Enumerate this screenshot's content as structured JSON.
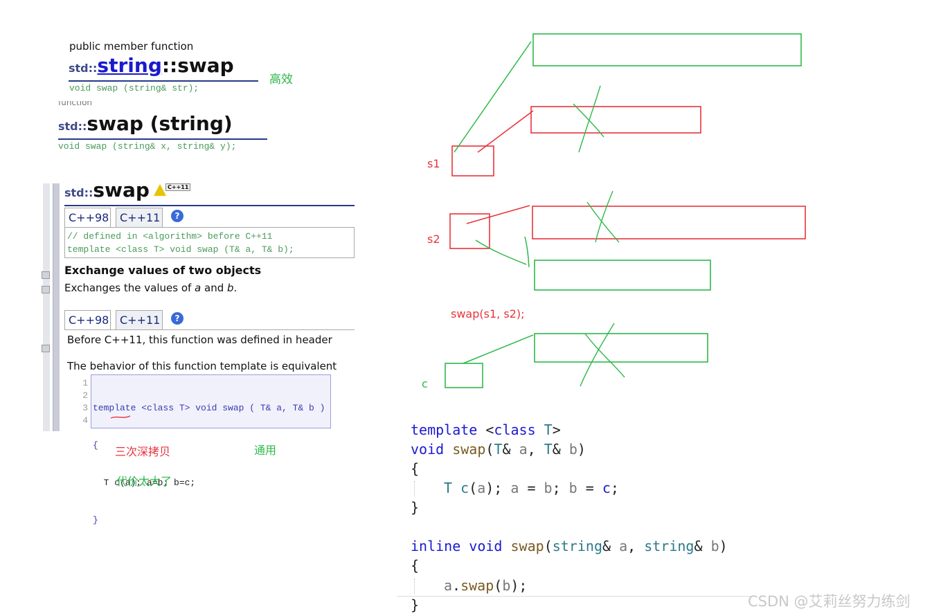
{
  "left": {
    "block1": {
      "label": "public member function",
      "ns": "std::",
      "name_link": "string",
      "name_rest": "::swap",
      "signature": "void swap (string& str);"
    },
    "block2": {
      "cut_label": "function",
      "ns": "std::",
      "name": "swap (string)",
      "signature": "void swap (string& x, string& y);"
    },
    "block3": {
      "ns": "std::",
      "name": "swap",
      "badge": "C++11",
      "tabs1": [
        "C++98",
        "C++11"
      ],
      "help": "?",
      "code_comment": "// defined in <algorithm> before C++11",
      "code_decl": "template <class T> void swap (T& a, T& b);",
      "heading": "Exchange values of two objects",
      "desc_pre": "Exchanges the values of ",
      "desc_a": "a",
      "desc_mid": " and ",
      "desc_b": "b",
      "desc_end": ".",
      "tabs2": [
        "C++98",
        "C++11"
      ],
      "before_text": "Before C++11, this function was defined in header ",
      "behavior_text": "The behavior of this function template is equivalent",
      "code_lines": [
        {
          "num": "1",
          "text": "template <class T> void swap ( T& a, T& b )"
        },
        {
          "num": "2",
          "text": "{"
        },
        {
          "num": "3",
          "text": "  T c(a); a=b; b=c;"
        },
        {
          "num": "4",
          "text": "}"
        }
      ]
    }
  },
  "annotations": {
    "efficient": "高效",
    "three_deep_copies": "三次深拷贝",
    "generic": "通用",
    "too_costly": "代价太大了",
    "s1": "s1",
    "s2": "s2",
    "swap_call": "swap(s1, s2);",
    "c": "c"
  },
  "code": {
    "l1_kw": "template",
    "l1_lt": " <",
    "l1_kw2": "class",
    "l1_t": " T",
    "l1_gt": ">",
    "l2_void": "void",
    "l2_fn": " swap",
    "l2_p1": "(",
    "l2_T1": "T",
    "l2_amp1": "& ",
    "l2_a": "a",
    "l2_comma": ", ",
    "l2_T2": "T",
    "l2_amp2": "& ",
    "l2_b": "b",
    "l2_p2": ")",
    "l3": "{",
    "l4_T": "T",
    "l4_c": " c",
    "l4_open": "(",
    "l4_a": "a",
    "l4_rest1": "); ",
    "l4_a2": "a",
    "l4_eq": " = ",
    "l4_b": "b",
    "l4_semi": "; ",
    "l4_b2": "b",
    "l4_eq2": " = ",
    "l4_c2": "c",
    "l4_end": ";",
    "l5": "}",
    "l6_inline": "inline",
    "l6_void": " void",
    "l6_fn": " swap",
    "l6_p1": "(",
    "l6_str1": "string",
    "l6_amp1": "& ",
    "l6_a": "a",
    "l6_comma": ", ",
    "l6_str2": "string",
    "l6_amp2": "& ",
    "l6_b": "b",
    "l6_p2": ")",
    "l7": "{",
    "l8_a": "a",
    "l8_dot": ".",
    "l8_fn": "swap",
    "l8_open": "(",
    "l8_b": "b",
    "l8_close": ");",
    "l9": "}"
  },
  "watermark": "CSDN @艾莉丝努力练剑",
  "colors": {
    "green": "#2db84a",
    "red": "#e8333a",
    "link_blue": "#1a1acc",
    "ns_blue": "#3d4a8a"
  }
}
